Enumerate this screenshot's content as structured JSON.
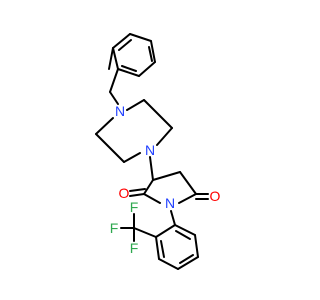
{
  "molecule": {
    "atoms": {
      "N_piperazine_top": {
        "symbol": "N",
        "color": "#1f3fff"
      },
      "N_piperazine_bottom": {
        "symbol": "N",
        "color": "#1f3fff"
      },
      "N_imide": {
        "symbol": "N",
        "color": "#1f3fff"
      },
      "O_left": {
        "symbol": "O",
        "color": "#ff0000"
      },
      "O_right": {
        "symbol": "O",
        "color": "#ff0000"
      },
      "F_top": {
        "symbol": "F",
        "color": "#2fa84f"
      },
      "F_left": {
        "symbol": "F",
        "color": "#2fa84f"
      },
      "F_bottom": {
        "symbol": "F",
        "color": "#2fa84f"
      }
    }
  }
}
